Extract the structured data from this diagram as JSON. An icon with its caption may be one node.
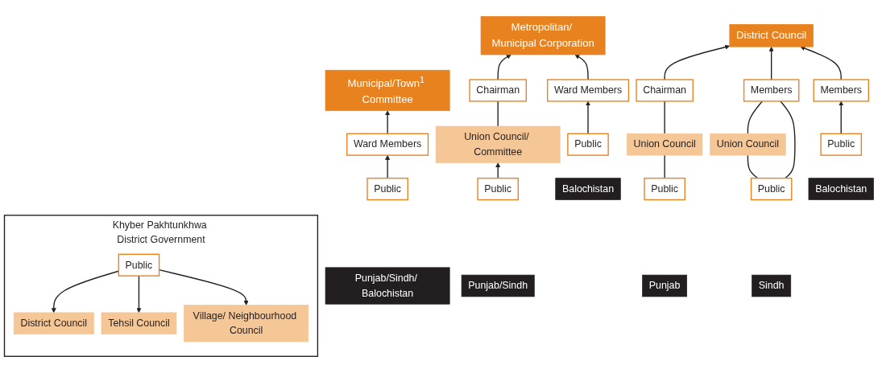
{
  "diagram": {
    "nodes": [
      {
        "text": [
          "Metropolitan/ Municipal Corporation"
        ]
      },
      {
        "text": [
          "Municipal/Town$^{1}$ Committee"
        ]
      },
      {
        "text": [
          "District Council"
        ]
      },
      {
        "text": [
          "Khyber Pakhtunkhwa District Government"
        ]
      },
      {
        "text": [
          "Chairman"
        ]
      },
      {
        "text": [
          "Ward Members"
        ]
      },
      {
        "text": [
          "Ward Members"
        ]
      },
      {
        "text": [
          "Chairman"
        ]
      },
      {
        "text": [
          "Members"
        ]
      },
      {
        "text": [
          "Members"
        ]
      },
      {
        "text": [
          "District Council"
        ],
        "in": 3
      },
      {
        "text": [
          "Tehsil Council"
        ],
        "in": 3
      },
      {
        "text": [
          "Union Council/ Committee"
        ]
      },
      {
        "text": [
          "Union Council"
        ]
      },
      {
        "text": [
          "Union Council"
        ]
      },
      {
        "text": [
          "Village/ Neighbourhood Council"
        ],
        "in": 3
      },
      {
        "text": [
          "Public"
        ]
      },
      {
        "text": [
          "Public"
        ]
      },
      {
        "text": [
          "Public"
        ]
      },
      {
        "text": [
          "Public"
        ]
      },
      {
        "text": [
          "Public"
        ]
      },
      {
        "text": [
          "Public"
        ]
      },
      {
        "text": [
          "Public"
        ],
        "in": 3
      },
      {
        "text": [
          "Punjab/Sindh"
        ]
      },
      {
        "text": [
          "Balochistan"
        ]
      },
      {
        "text": [
          "Punjab/Sindh/ Balochistan"
        ]
      },
      {
        "text": [
          "Punjab"
        ]
      },
      {
        "text": [
          "Sindh"
        ]
      },
      {
        "text": [
          "Balochistan"
        ]
      }
    ],
    "edges": [
      {
        "from": 16,
        "to": 12,
        "arrow": "to"
      },
      {
        "from": 12,
        "to": 4,
        "arrow": "none"
      },
      {
        "from": 4,
        "to": 0,
        "arrow": "to"
      },
      {
        "from": 17,
        "to": 5,
        "arrow": "to"
      },
      {
        "from": 5,
        "to": 0,
        "arrow": "to"
      },
      {
        "from": 18,
        "to": 6,
        "arrow": "to"
      },
      {
        "from": 6,
        "to": 1,
        "arrow": "to"
      },
      {
        "from": 19,
        "to": 13,
        "arrow": "none"
      },
      {
        "from": 13,
        "to": 7,
        "arrow": "none"
      },
      {
        "from": 7,
        "to": 2,
        "arrow": "to"
      },
      {
        "from": 20,
        "to": 14,
        "arrow": "none"
      },
      {
        "from": 14,
        "to": 8,
        "arrow": "none"
      },
      {
        "from": 20,
        "to": 8,
        "arrow": "none"
      },
      {
        "from": 8,
        "to": 2,
        "arrow": "to"
      },
      {
        "from": 21,
        "to": 9,
        "arrow": "to"
      },
      {
        "from": 9,
        "to": 2,
        "arrow": "to"
      },
      {
        "from": 22,
        "to": 10,
        "arrow": "to"
      },
      {
        "from": 22,
        "to": 11,
        "arrow": "to"
      },
      {
        "from": 22,
        "to": 15,
        "arrow": "to"
      }
    ]
  }
}
